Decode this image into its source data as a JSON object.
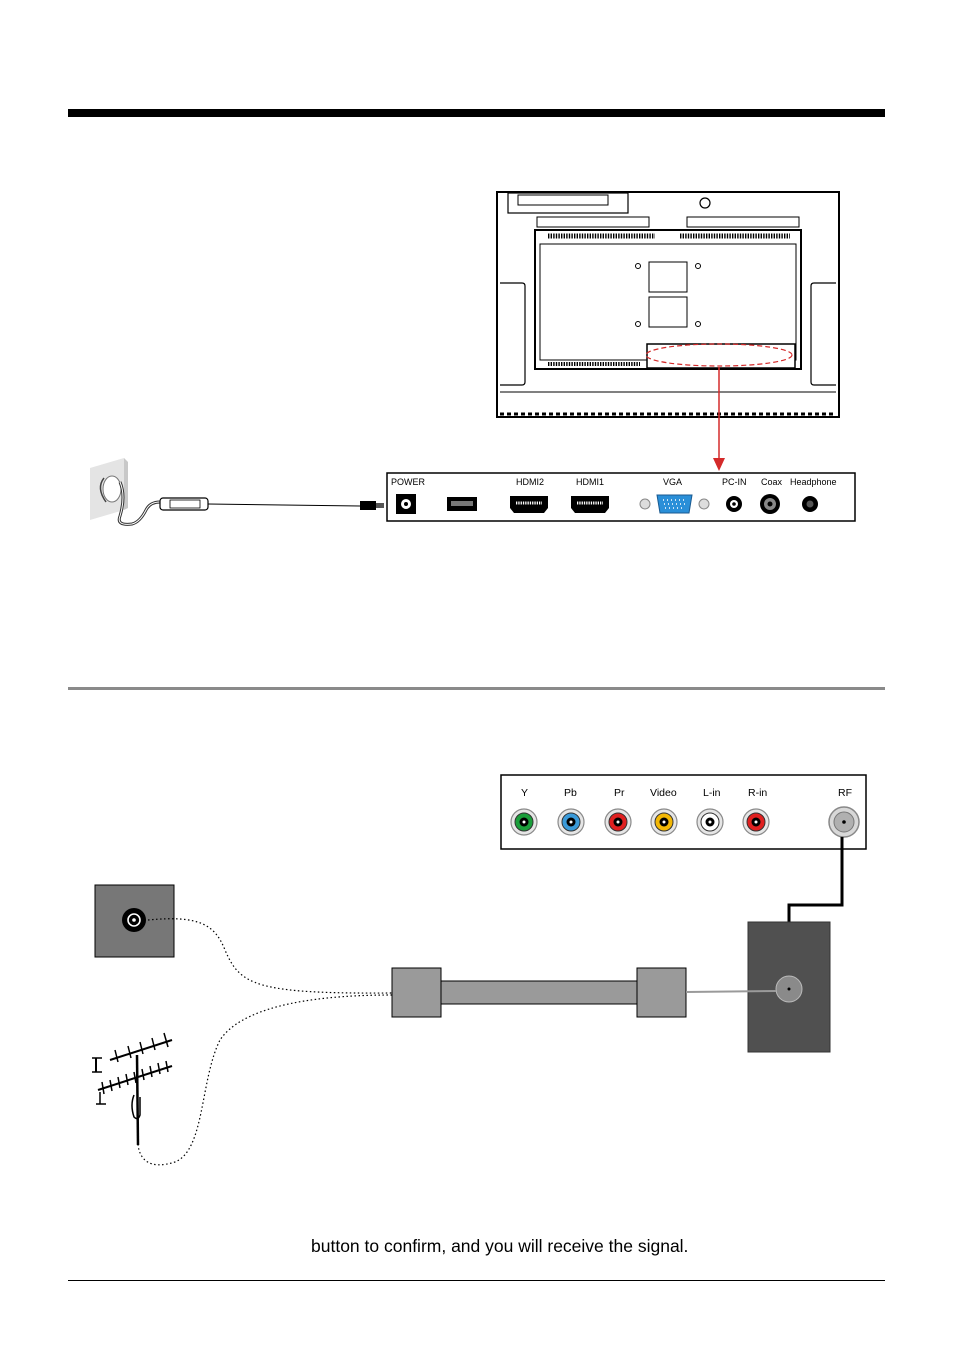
{
  "top_panel": {
    "labels": [
      "POWER",
      "HDMI2",
      "HDMI1",
      "VGA",
      "PC-IN",
      "Coax",
      "Headphone"
    ]
  },
  "side_panel": {
    "labels": [
      "Y",
      "Pb",
      "Pr",
      "Video",
      "L-in",
      "R-in",
      "RF"
    ],
    "jack_colors": [
      "#1a9e3a",
      "#3a9ad9",
      "#e02020",
      "#f2b705",
      "#ffffff",
      "#e02020"
    ]
  },
  "caption": "button to confirm, and you will receive the signal.",
  "colors": {
    "arrow_red": "#d42a2a",
    "wall_box": "#505050",
    "cable_gray": "#9a9a9a"
  }
}
